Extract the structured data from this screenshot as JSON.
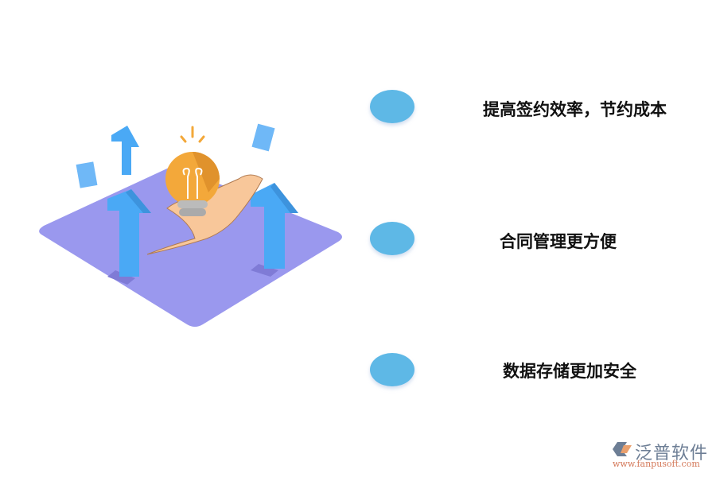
{
  "features": [
    {
      "label": "提高签约效率，节约成本",
      "bullet_color": "#5eb8e6"
    },
    {
      "label": "合同管理更方便",
      "bullet_color": "#5eb8e6"
    },
    {
      "label": "数据存储更加安全",
      "bullet_color": "#5eb8e6"
    }
  ],
  "illustration": {
    "description": "isometric hand holding lightbulb with upward arrows and documents",
    "colors": {
      "platform": "#9a98ee",
      "arrows": "#4aa9f5",
      "bulb": "#f3a83a",
      "hand": "#f8c79a"
    }
  },
  "logo": {
    "name": "泛普软件",
    "url": "www.fanpusoft.com"
  }
}
